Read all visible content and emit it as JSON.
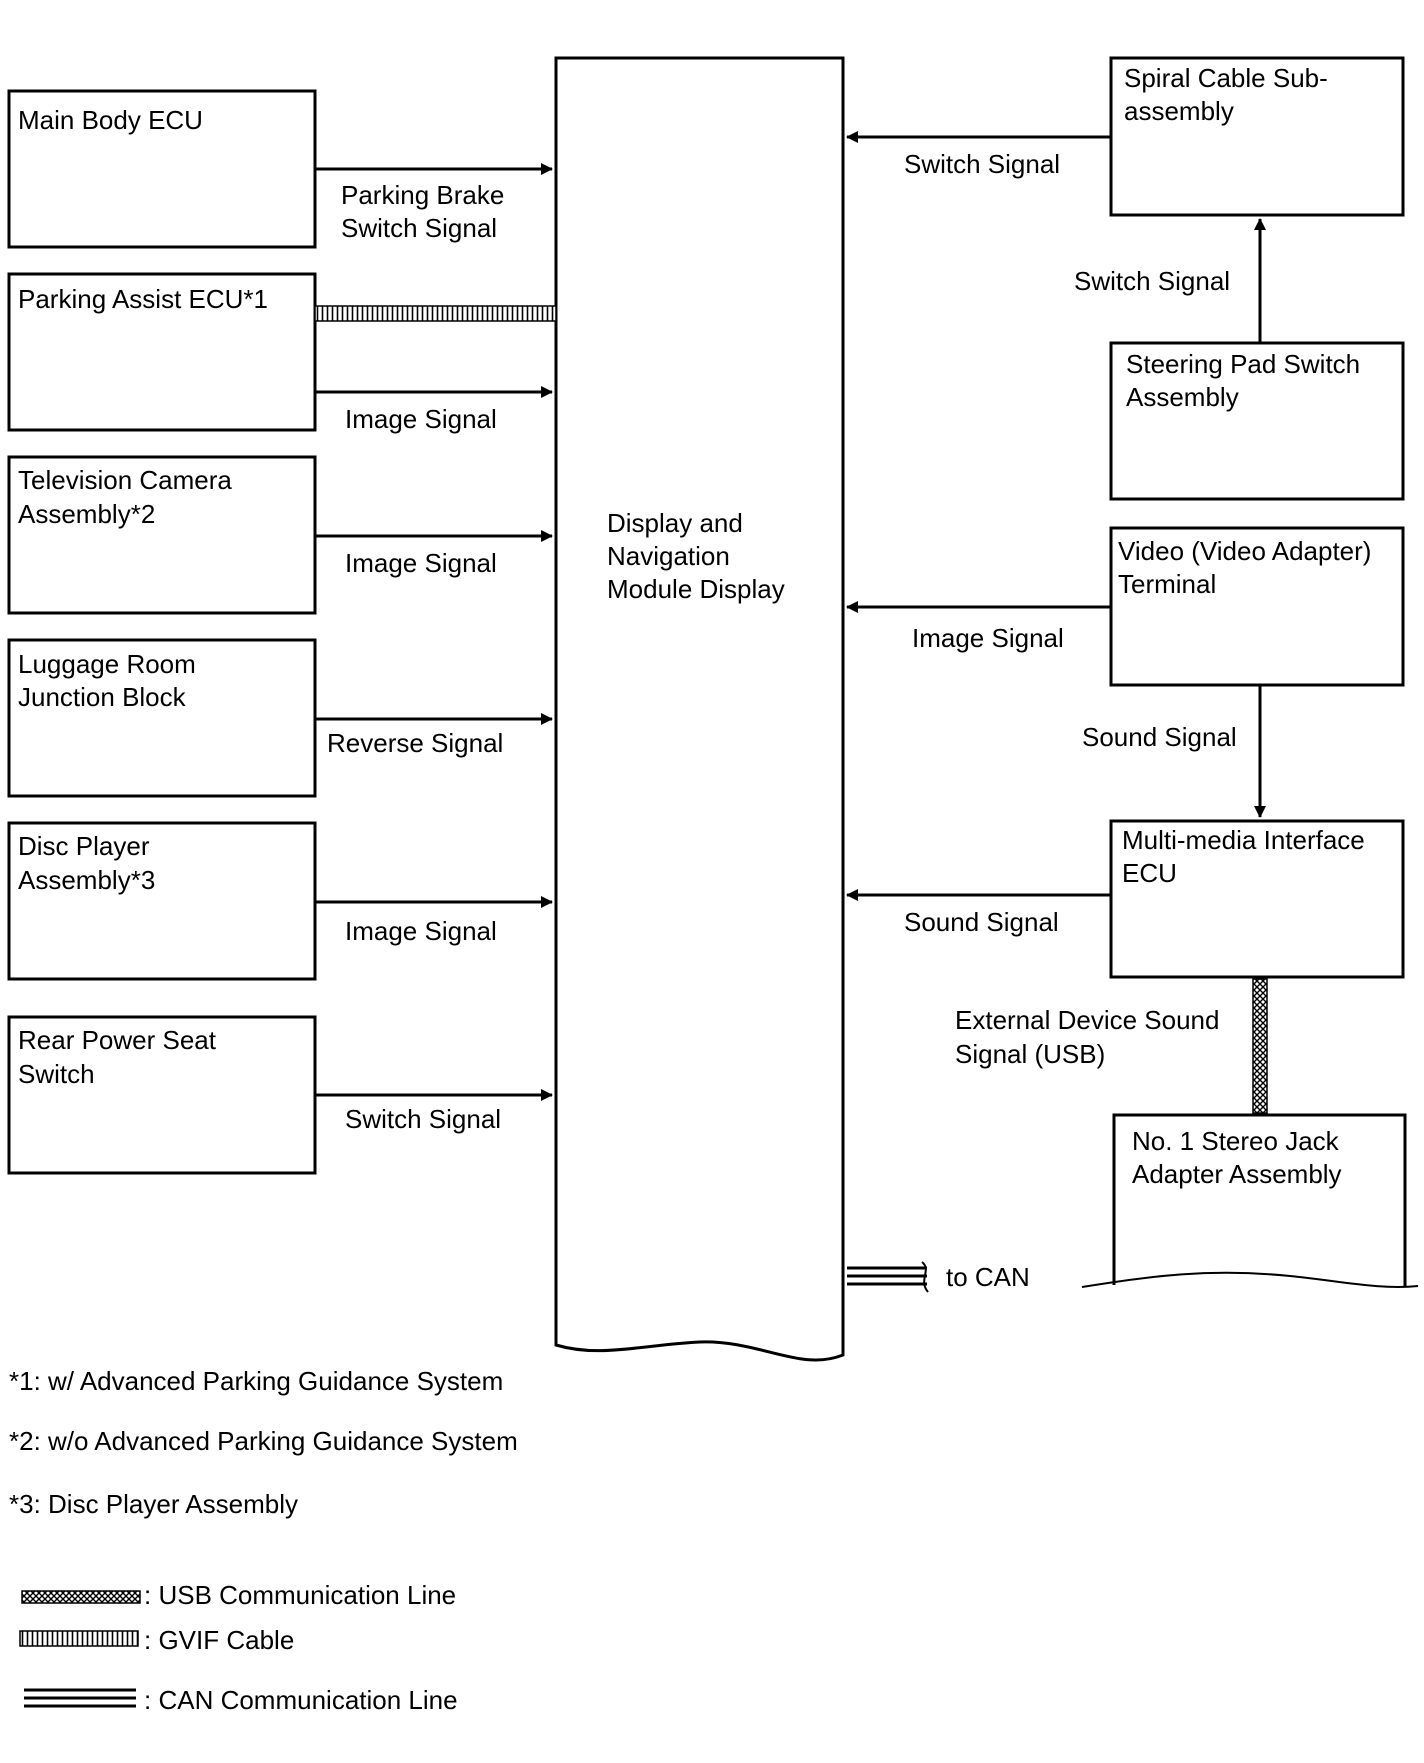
{
  "center_module": {
    "lines": [
      "Display and",
      "Navigation",
      "Module Display"
    ]
  },
  "left_units": [
    {
      "lines": [
        "Main Body ECU"
      ],
      "signal": [
        "Parking Brake",
        "Switch Signal"
      ]
    },
    {
      "lines": [
        "Parking Assist ECU*1"
      ],
      "signal": [
        "Image Signal"
      ]
    },
    {
      "lines": [
        "Television Camera",
        "Assembly*2"
      ],
      "signal": [
        "Image Signal"
      ]
    },
    {
      "lines": [
        "Luggage Room",
        "Junction Block"
      ],
      "signal": [
        "Reverse Signal"
      ]
    },
    {
      "lines": [
        "Disc Player",
        "Assembly*3"
      ],
      "signal": [
        "Image Signal"
      ]
    },
    {
      "lines": [
        "Rear Power Seat",
        "Switch"
      ],
      "signal": [
        "Switch Signal"
      ]
    }
  ],
  "right_units": [
    {
      "lines": [
        "Spiral Cable Sub-",
        "assembly"
      ]
    },
    {
      "lines": [
        "Steering Pad Switch",
        "Assembly"
      ]
    },
    {
      "lines": [
        "Video (Video Adapter)",
        "Terminal"
      ]
    },
    {
      "lines": [
        "Multi-media Interface",
        "ECU"
      ]
    },
    {
      "lines": [
        "No. 1 Stereo Jack",
        "Adapter Assembly"
      ]
    }
  ],
  "right_signals": {
    "spiral_to_display": "Switch Signal",
    "steering_to_spiral": "Switch Signal",
    "video_to_display": "Image Signal",
    "video_to_multimedia": "Sound Signal",
    "multimedia_to_display": "Sound Signal",
    "usb_link": [
      "External Device Sound",
      "Signal (USB)"
    ]
  },
  "can_label": "to CAN",
  "footnotes": [
    "*1: w/ Advanced Parking Guidance System",
    "*2: w/o Advanced Parking Guidance System",
    "*3: Disc Player Assembly"
  ],
  "legend": [
    {
      "type": "usb",
      "label": ": USB Communication Line"
    },
    {
      "type": "gvif",
      "label": ": GVIF Cable"
    },
    {
      "type": "can",
      "label": ": CAN Communication Line"
    }
  ]
}
